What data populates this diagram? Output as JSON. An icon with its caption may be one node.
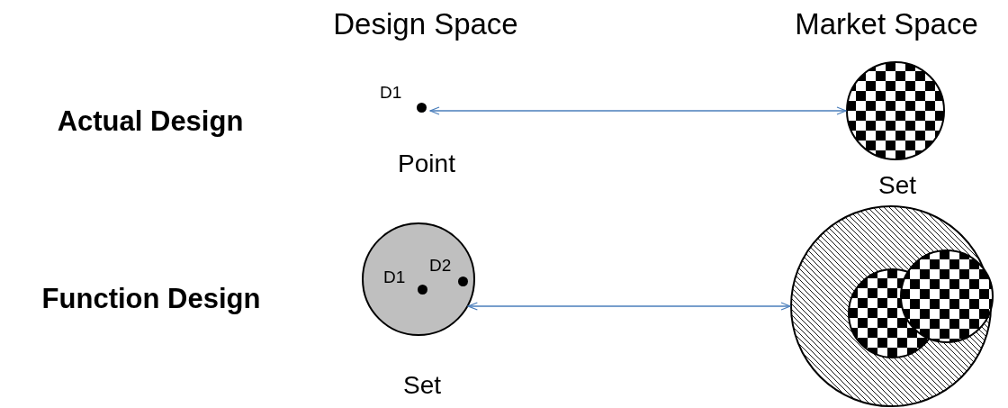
{
  "diagram": {
    "nodes": [
      {
        "text": [
          "D1"
        ],
        "beside": [
          "Point"
        ]
      },
      {
        "text": [],
        "shape": "circle",
        "beside": [
          "Set"
        ]
      },
      {
        "text": [
          "D1",
          "D2"
        ],
        "beside": [
          "Set"
        ]
      },
      {
        "text": [],
        "shape": "circle"
      },
      {
        "text": [],
        "shape": "circle",
        "in": 3
      },
      {
        "text": [],
        "shape": "circle",
        "in": 3
      }
    ],
    "edges": [
      {
        "from": 0,
        "to": 1,
        "arrow": "both"
      },
      {
        "from": 2,
        "to": 3,
        "arrow": "both"
      }
    ],
    "labels": [
      "Design Space",
      "Market Space",
      "Actual Design",
      "Function Design"
    ]
  }
}
